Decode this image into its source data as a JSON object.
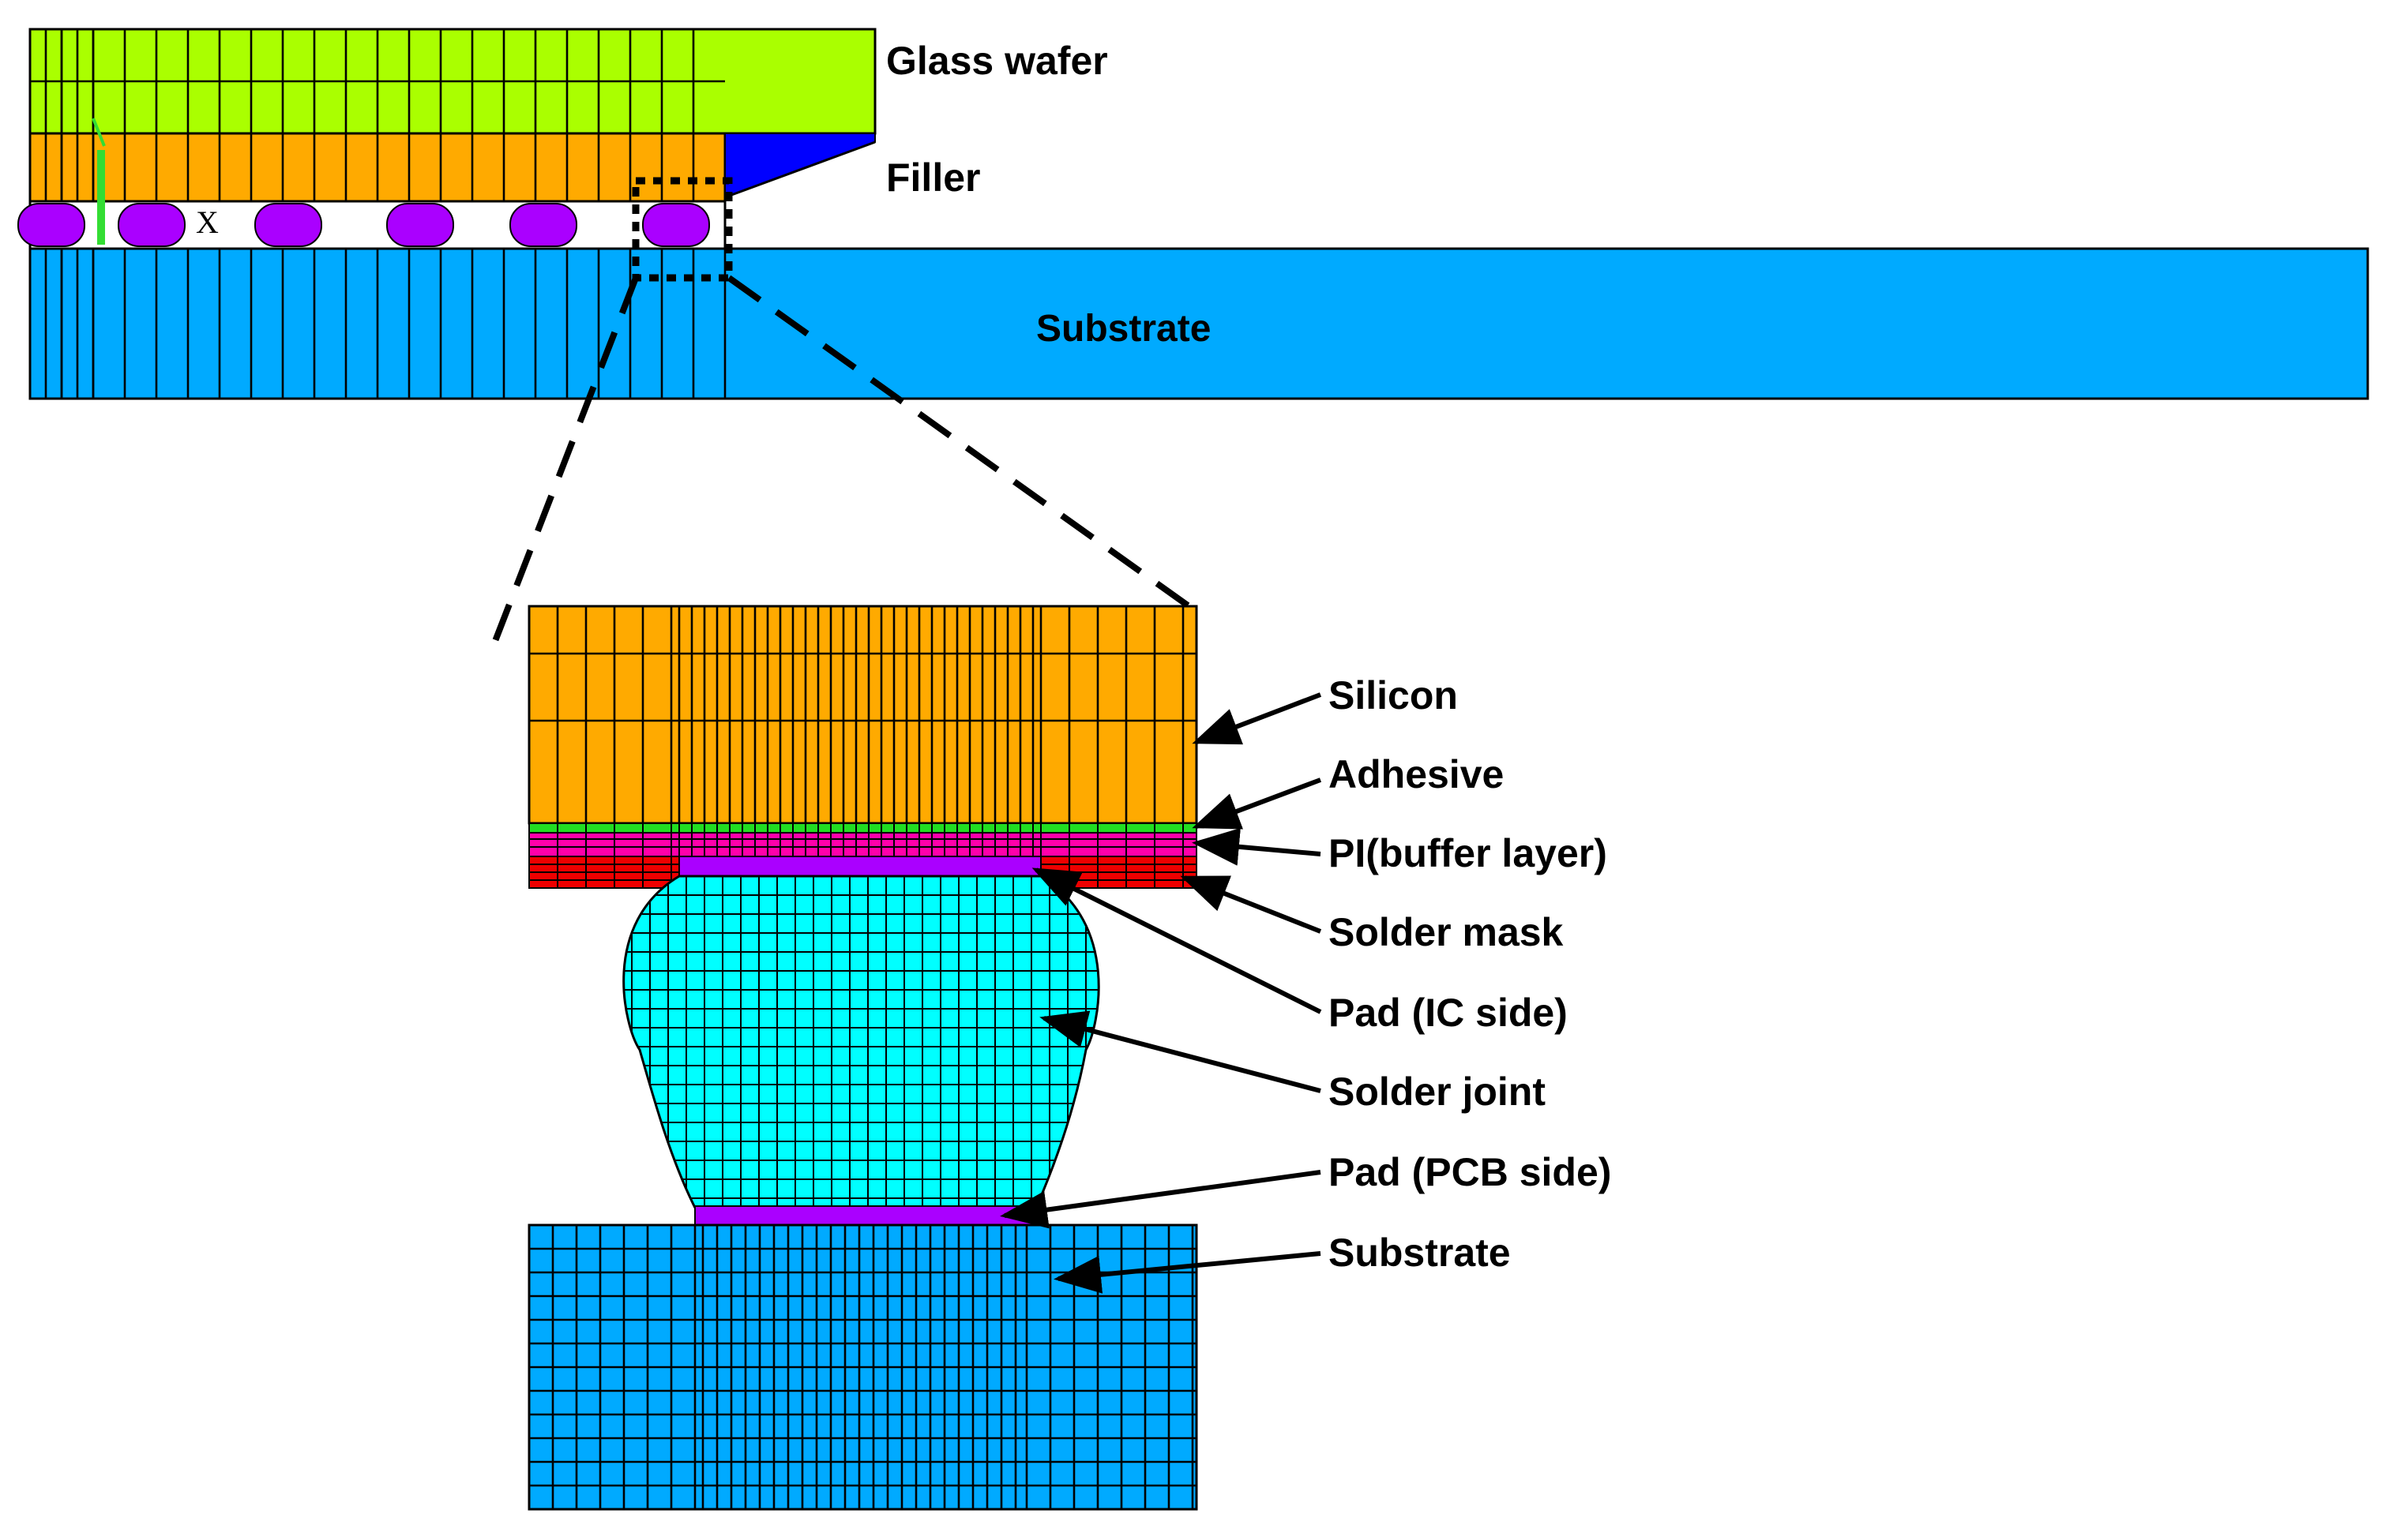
{
  "overview_labels": {
    "glass_wafer": "Glass wafer",
    "filler": "Filler",
    "substrate": "Substrate",
    "axis_mark": "X"
  },
  "detail_labels": {
    "silicon": "Silicon",
    "adhesive": "Adhesive",
    "pi_buffer": "PI(buffer layer)",
    "solder_mask": "Solder mask",
    "pad_ic": "Pad (IC side)",
    "solder_joint": "Solder joint",
    "pad_pcb": "Pad (PCB side)",
    "substrate": "Substrate"
  },
  "colors": {
    "glass_wafer": "#aaff00",
    "silicon": "#ffaa00",
    "filler": "#0000ff",
    "solder_bump": "#aa00ff",
    "substrate": "#00aaff",
    "adhesive": "#22dd22",
    "pi_buffer": "#ff00aa",
    "solder_mask": "#ff0000",
    "solder_joint": "#00ffff",
    "pad": "#aa00ff"
  }
}
